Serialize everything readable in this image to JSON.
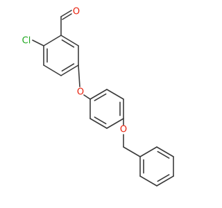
{
  "molecule": {
    "atoms": {
      "aldehyde_oxygen": "O",
      "chlorine": "Cl",
      "ether_oxygen": "O",
      "benzyl_oxygen": "O"
    },
    "colors": {
      "bond": "#3a3a3a",
      "oxygen": "#e8200c",
      "chlorine": "#1fa81f"
    }
  }
}
